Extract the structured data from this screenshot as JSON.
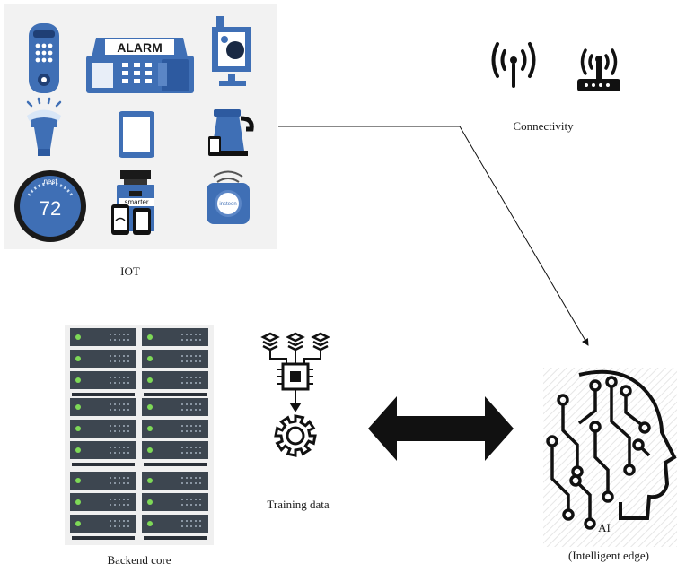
{
  "iot": {
    "label": "IOT",
    "alarm_text": "ALARM",
    "thermostat_brand": "nest",
    "thermostat_temp": "72",
    "hub_brand": "smarter",
    "sensor_brand": "insteon"
  },
  "connectivity": {
    "label": "Connectivity"
  },
  "training": {
    "label": "Training data"
  },
  "backend": {
    "label": "Backend core"
  },
  "ai": {
    "label": "AI",
    "sublabel": "(Intelligent edge)"
  },
  "colors": {
    "device_blue": "#3f6fb5",
    "dark": "#111111"
  }
}
